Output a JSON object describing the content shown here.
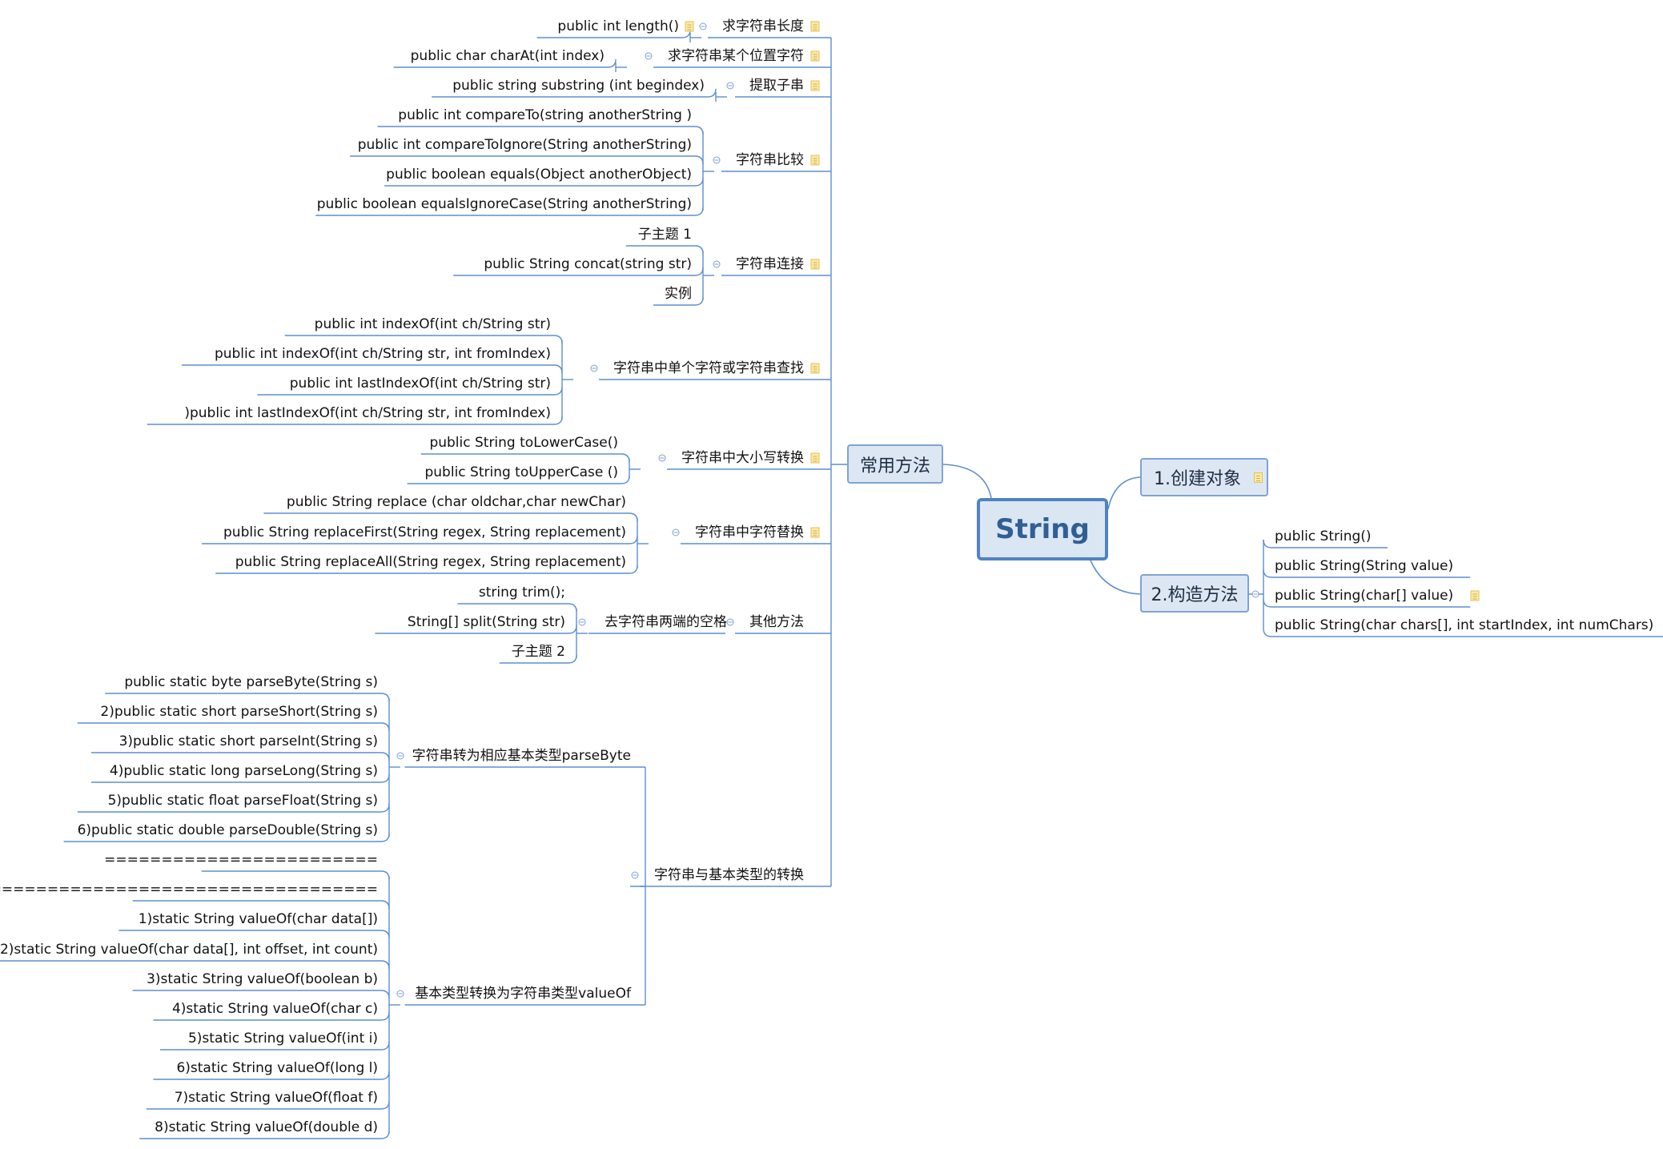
{
  "root": {
    "label": "String"
  },
  "branches": {
    "create": {
      "label": "1.创建对象"
    },
    "constructor": {
      "label": "2.构造方法",
      "items": [
        "public String()",
        "public String(String value)",
        "public String(char[] value)",
        "public String(char chars[], int startIndex, int numChars)"
      ]
    },
    "common": {
      "label": "常用方法",
      "groups": [
        {
          "label": "求字符串长度",
          "items": [
            "public int length()"
          ]
        },
        {
          "label": "求字符串某个位置字符",
          "items": [
            "public char charAt(int index)"
          ]
        },
        {
          "label": "提取子串",
          "items": [
            "public string substring (int begindex)"
          ]
        },
        {
          "label": "字符串比较",
          "items": [
            "public int compareTo(string  anotherString )",
            "public int compareToIgnore(String anotherString)",
            "public boolean equals(Object anotherObject)",
            "public boolean equalsIgnoreCase(String anotherString)"
          ]
        },
        {
          "label": "字符串连接",
          "items": [
            "子主题 1",
            "public  String concat(string str)",
            "实例"
          ]
        },
        {
          "label": "字符串中单个字符或字符串查找",
          "items": [
            "public int indexOf(int ch/String str)",
            "public int indexOf(int ch/String str, int fromIndex)",
            "public int lastIndexOf(int ch/String str)",
            ")public int lastIndexOf(int ch/String str, int fromIndex)"
          ]
        },
        {
          "label": "字符串中大小写转换",
          "items": [
            "public String toLowerCase()",
            "public String toUpperCase  ()"
          ]
        },
        {
          "label": "字符串中字符替换",
          "items": [
            "public String replace   (char oldchar,char newChar)",
            "public String replaceFirst(String regex, String replacement)",
            "public String replaceAll(String regex, String replacement)"
          ]
        },
        {
          "label": "其他方法",
          "sublabel": "去字符串两端的空格",
          "items": [
            "string trim();",
            "String[] split(String str)",
            "子主题 2"
          ]
        },
        {
          "label": "字符串与基本类型的转换",
          "subgroups": [
            {
              "label": "字符串转为相应基本类型parseByte",
              "items": [
                "public static byte parseByte(String s)",
                "2)public static short parseShort(String s)",
                "3)public static short parseInt(String s)",
                "4)public static long parseLong(String s)",
                "5)public static float parseFloat(String s)",
                "6)public static double parseDouble(String s)"
              ]
            },
            {
              "label": "基本类型转换为字符串类型valueOf",
              "items": [
                "========================",
                "==================================",
                "1)static String valueOf(char data[])",
                "2)static String valueOf(char data[], int offset, int count)",
                "3)static String valueOf(boolean b)",
                "4)static String valueOf(char c)",
                "5)static String valueOf(int i)",
                "6)static String valueOf(long l)",
                "7)static String valueOf(float f)",
                "8)static String valueOf(double d)"
              ]
            }
          ]
        }
      ]
    }
  },
  "colors": {
    "line": "#5b8fd0",
    "box_fill": "#dde7f3",
    "box_border": "#7fa3d1",
    "root_border": "#4f83c4"
  }
}
